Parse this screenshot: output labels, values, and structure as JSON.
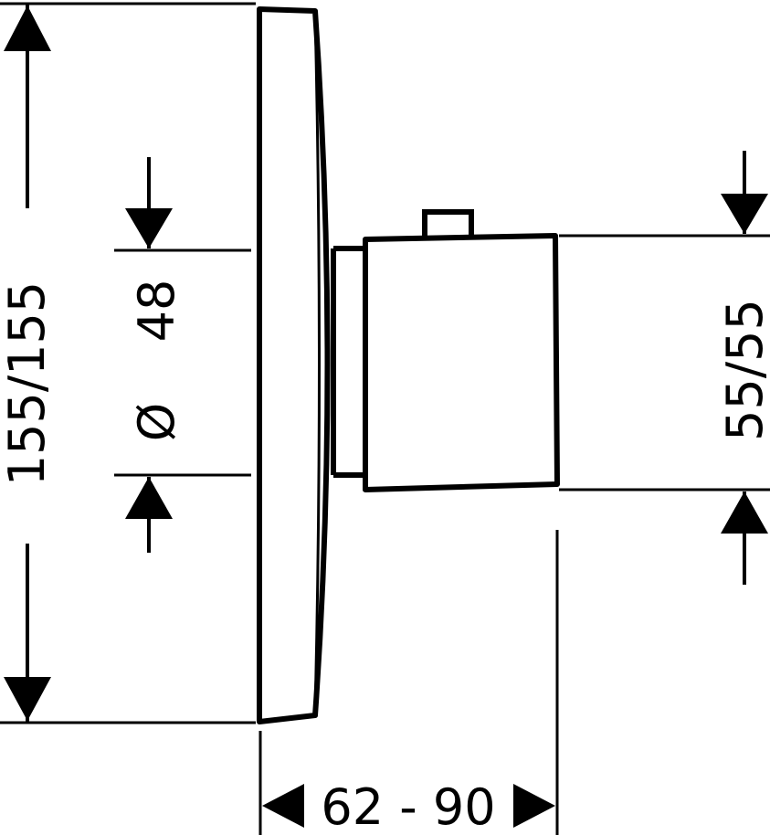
{
  "drawing": {
    "line_color": "#000000",
    "background": "#ffffff"
  },
  "dimensions": {
    "height_label": "155/155",
    "diameter_symbol": "Ø",
    "diameter_value": "48",
    "handle_label": "55/55",
    "depth_label": "62 - 90"
  }
}
